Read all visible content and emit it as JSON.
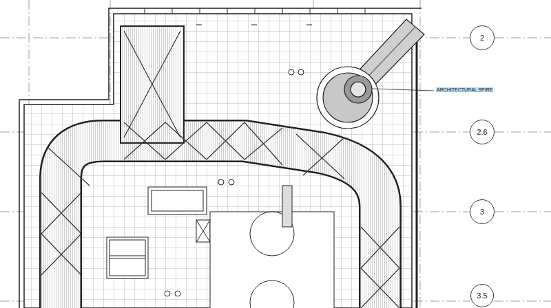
{
  "diagram": {
    "nodes": [
      {
        "text": [
          "2"
        ]
      },
      {
        "text": [
          "2.6"
        ]
      },
      {
        "text": [
          "3"
        ]
      },
      {
        "text": [
          "3.5"
        ]
      }
    ],
    "labels": [
      "ARCHITECTURAL SPIRE"
    ]
  }
}
